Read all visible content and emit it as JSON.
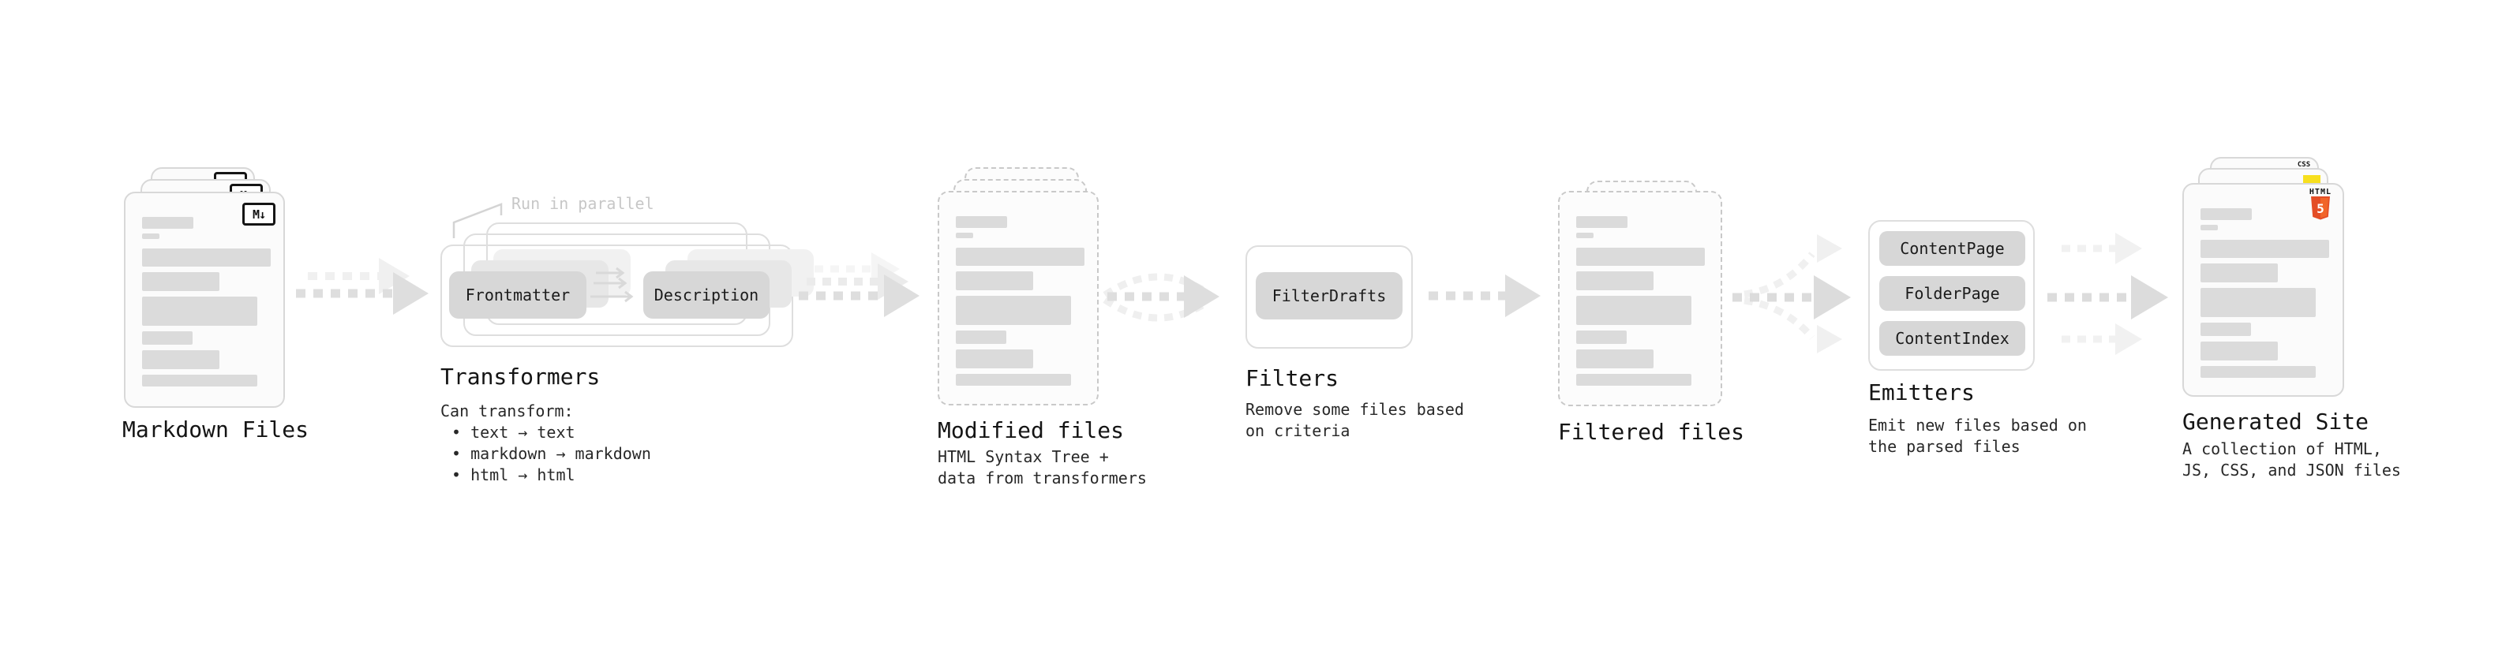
{
  "stages": {
    "markdown_files": {
      "label": "Markdown Files",
      "badge": "M↓"
    },
    "transformers": {
      "title": "Transformers",
      "note": "Run in parallel",
      "buttons": [
        "Frontmatter",
        "Description"
      ],
      "desc_lines": [
        "Can transform:",
        "• text → text",
        "• markdown → markdown",
        "• html → html"
      ]
    },
    "modified_files": {
      "label": "Modified files",
      "desc_lines": [
        "HTML Syntax Tree +",
        "data from transformers"
      ]
    },
    "filters": {
      "title": "Filters",
      "buttons": [
        "FilterDrafts"
      ],
      "desc_lines": [
        "Remove some files based",
        "on criteria"
      ]
    },
    "filtered_files": {
      "label": "Filtered files"
    },
    "emitters": {
      "title": "Emitters",
      "buttons": [
        "ContentPage",
        "FolderPage",
        "ContentIndex"
      ],
      "desc_lines": [
        "Emit new files based on",
        "the parsed files"
      ]
    },
    "generated_site": {
      "label": "Generated Site",
      "desc_lines": [
        "A collection of HTML,",
        "JS, CSS, and JSON files"
      ],
      "badges": {
        "css_label": "CSS",
        "html_label": "HTML",
        "html_number": "5"
      }
    }
  },
  "colors": {
    "html5_orange": "#e44d26",
    "html5_orange_light": "#f16529",
    "js_yellow": "#f7df1e",
    "css_blue": "#2962ff",
    "arrow_gray": "#dedede",
    "arrow_ghost": "#f0f0f0"
  }
}
